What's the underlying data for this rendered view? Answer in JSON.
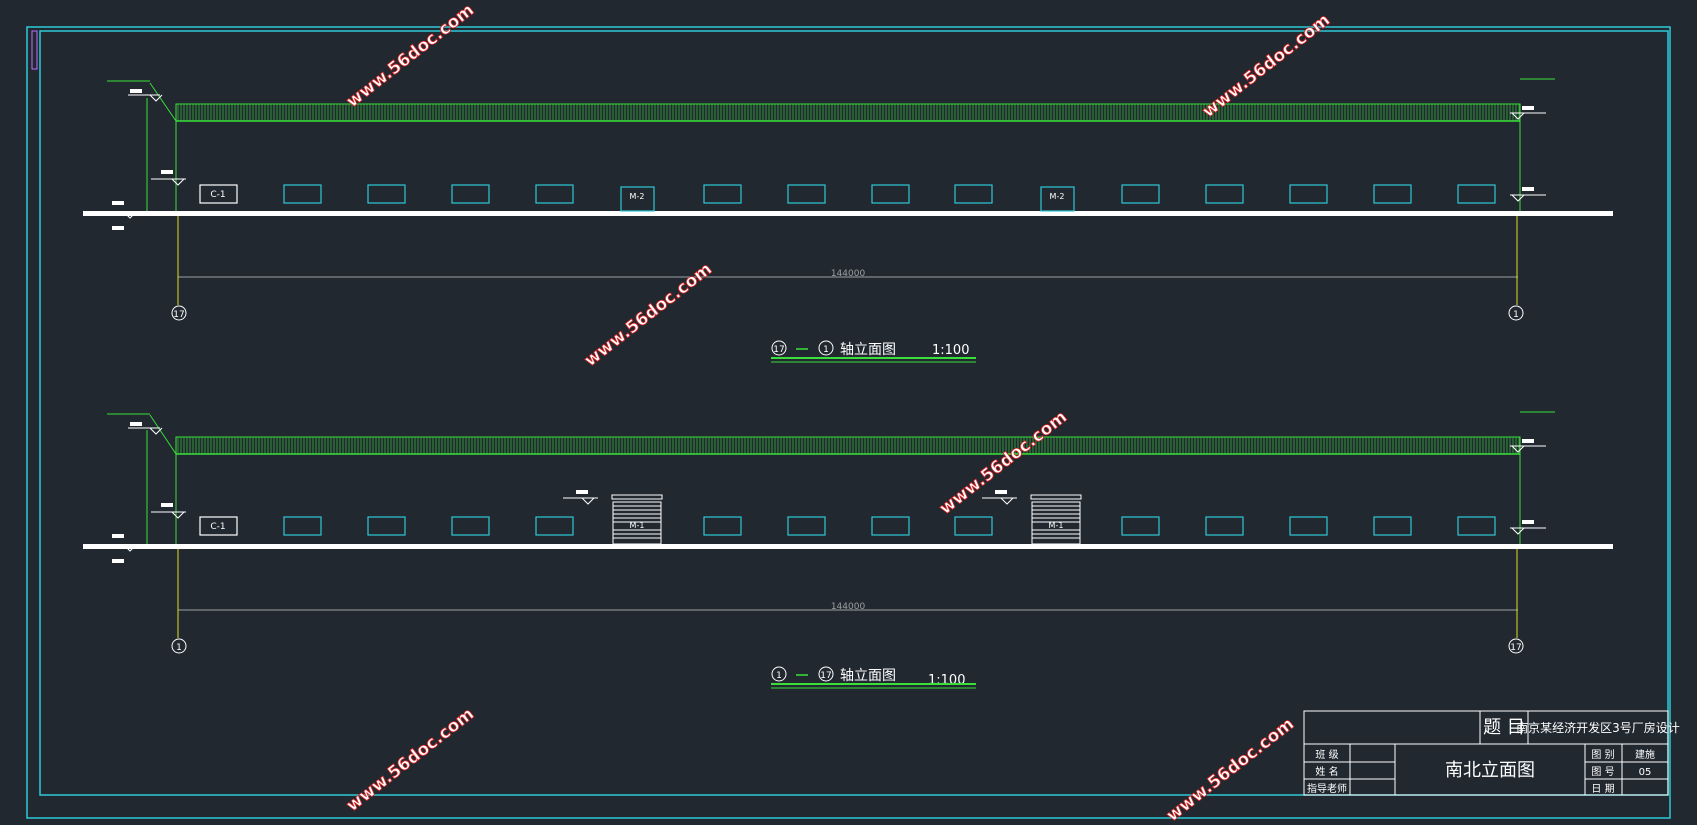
{
  "drawing": {
    "top_elevation": {
      "title_left_axis": "17",
      "title_right_axis": "1",
      "title_label": "轴立面图",
      "scale": "1:100",
      "dimension": "144000",
      "left_axis_label": "17",
      "right_axis_label": "1",
      "window_label": "C-1",
      "door_label": "M-2"
    },
    "bottom_elevation": {
      "title_left_axis": "1",
      "title_right_axis": "17",
      "title_label": "轴立面图",
      "scale": "1:100",
      "dimension": "144000",
      "left_axis_label": "1",
      "right_axis_label": "17",
      "window_label": "C-1",
      "door_label": "M-1"
    },
    "watermark": "www.56doc.com"
  },
  "title_block": {
    "topic_label": "题 目",
    "topic_value": "南京某经济开发区3号厂房设计",
    "row1_label": "班 级",
    "row2_label": "姓 名",
    "row3_label": "指导老师",
    "drawing_name": "南北立面图",
    "type_label": "图 别",
    "type_value": "建施",
    "number_label": "图 号",
    "number_value": "05",
    "date_label": "日 期"
  },
  "colors": {
    "background": "#212830",
    "frame": "#2ec9d6",
    "green": "#3adf3a",
    "white": "#ffffff",
    "watermark": "#e02424"
  }
}
